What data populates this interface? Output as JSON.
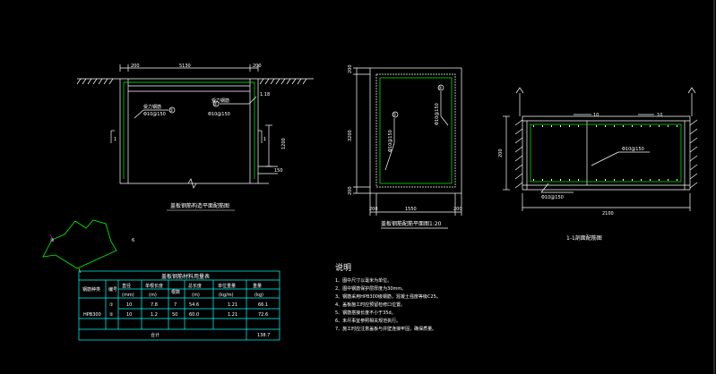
{
  "colors": {
    "background": "#000000",
    "lines": "#ffffff",
    "rebar": "#00ff00",
    "table": "#00ffff",
    "marker": "#ffff00"
  },
  "elevation": {
    "top_dim_left": "200",
    "top_dim_mid": "5130",
    "top_dim_right": "200",
    "label_right": "1.18",
    "tag_left_1": "受力钢筋",
    "tag_left_2": "Φ10@150",
    "tag_right_1": "受力钢筋",
    "tag_right_2": "Φ10@150",
    "bubble_left": "①",
    "bubble_right": "②",
    "section_mark": "1",
    "dim_right_vert": "1200",
    "dim_right_small": "150",
    "caption": "盖板钢筋构造平面配筋图"
  },
  "plan": {
    "dim_left_top": "200",
    "dim_left_mid": "3200",
    "dim_left_bottom": "200",
    "rebar_label_1": "Φ10@150",
    "rebar_label_2": "Φ10@150",
    "bubble_1": "①",
    "bubble_2": "②",
    "dim_bottom_left": "200",
    "dim_bottom_mid": "1550",
    "dim_bottom_right": "200",
    "caption": "盖板钢筋配筋平面图1:20"
  },
  "section": {
    "top_label_left": "10",
    "top_label_right": "10",
    "dim_left": "200",
    "annot": "Φ10@150",
    "bottom_label": "Φ10@150",
    "dim_bottom": "2100",
    "caption": "1-1剖面配筋图"
  },
  "small": {
    "mark1": "①",
    "mark2": "6"
  },
  "table": {
    "title": "盖板钢筋材料用量表",
    "headers": {
      "type": "钢筋种类",
      "no": "编号",
      "dia": "直径",
      "len": "单根长度",
      "count": "根数",
      "total": "总长度",
      "unit_wt": "单位重量",
      "weight": "重量"
    },
    "units": {
      "dia": "(mm)",
      "len": "(m)",
      "total": "(m)",
      "unit_wt": "(kg/m)",
      "weight": "(kg)"
    },
    "grade": "HPB300",
    "rows": [
      {
        "no": "①",
        "dia": "10",
        "len": "7.8",
        "count": "7",
        "total": "54.6",
        "unit_wt": "1.21",
        "weight": "66.1"
      },
      {
        "no": "②",
        "dia": "10",
        "len": "1.2",
        "count": "50",
        "total": "60.0",
        "unit_wt": "1.21",
        "weight": "72.6"
      }
    ],
    "total_label": "合计",
    "total_value": "138.7"
  },
  "notes": {
    "title": "说明",
    "items": [
      "1、图中尺寸以毫米为单位。",
      "2、图中钢筋保护层厚度为30mm。",
      "3、钢筋采用HPB300级钢筋，混凝土强度等级C25。",
      "4、盖板施工时应预留检修口位置。",
      "5、钢筋搭接长度不小于35d。",
      "6、未尽事宜参照相关规范执行。",
      "7、施工时应注意盖板与井壁连接牢固，确保质量。"
    ]
  }
}
